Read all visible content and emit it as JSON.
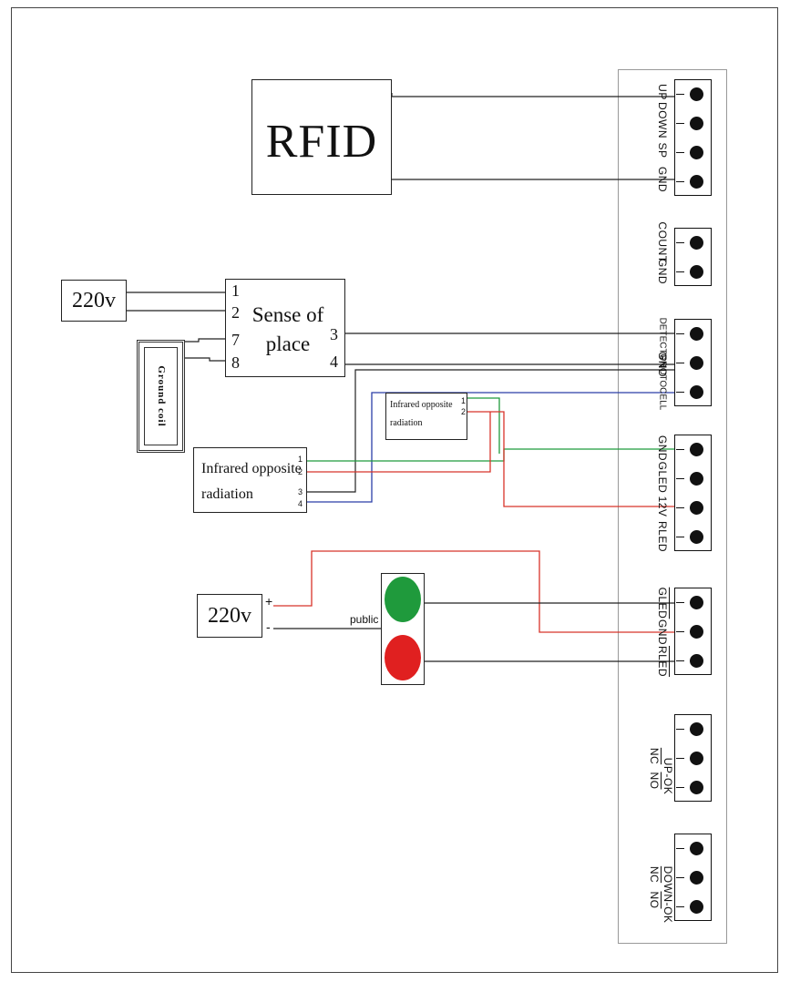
{
  "rfid": {
    "label": "RFID"
  },
  "power_top": {
    "label": "220v"
  },
  "power_bottom": {
    "label": "220v",
    "plus": "+",
    "minus": "-",
    "public": "public"
  },
  "sense": {
    "line1": "Sense of",
    "line2": "place",
    "pins": [
      "1",
      "2",
      "7",
      "8",
      "3",
      "4"
    ]
  },
  "ground_coil": {
    "label": "Ground coil"
  },
  "ir_big": {
    "line1": "Infrared opposite",
    "line2": "radiation",
    "pins": [
      "1",
      "2",
      "3",
      "4"
    ]
  },
  "ir_small": {
    "line1": "Infrared opposite",
    "line2": "radiation",
    "pins": [
      "1",
      "2"
    ]
  },
  "traffic_light": {
    "top_color": "#1f9a3c",
    "bottom_color": "#e02020"
  },
  "wire_colors": {
    "black": "#222222",
    "green": "#1f9a3c",
    "red": "#d8342a",
    "blue": "#2b3fa8"
  },
  "terminals": {
    "rfid_block": [
      "UP",
      "DOWN",
      "SP",
      "GND"
    ],
    "count_block": [
      "COUNT",
      "GND"
    ],
    "detector_block": [
      "DETECTOR",
      "GND",
      "PHOTOCELL"
    ],
    "led_block": [
      "GND",
      "GLED",
      "12V",
      "RLED"
    ],
    "light_block": [
      "GLED",
      "GND",
      "RLED"
    ],
    "upok_block": [
      "NC",
      "NO",
      "UP-OK"
    ],
    "downok_block": [
      "NC",
      "NO",
      "DOWN-OK"
    ]
  }
}
